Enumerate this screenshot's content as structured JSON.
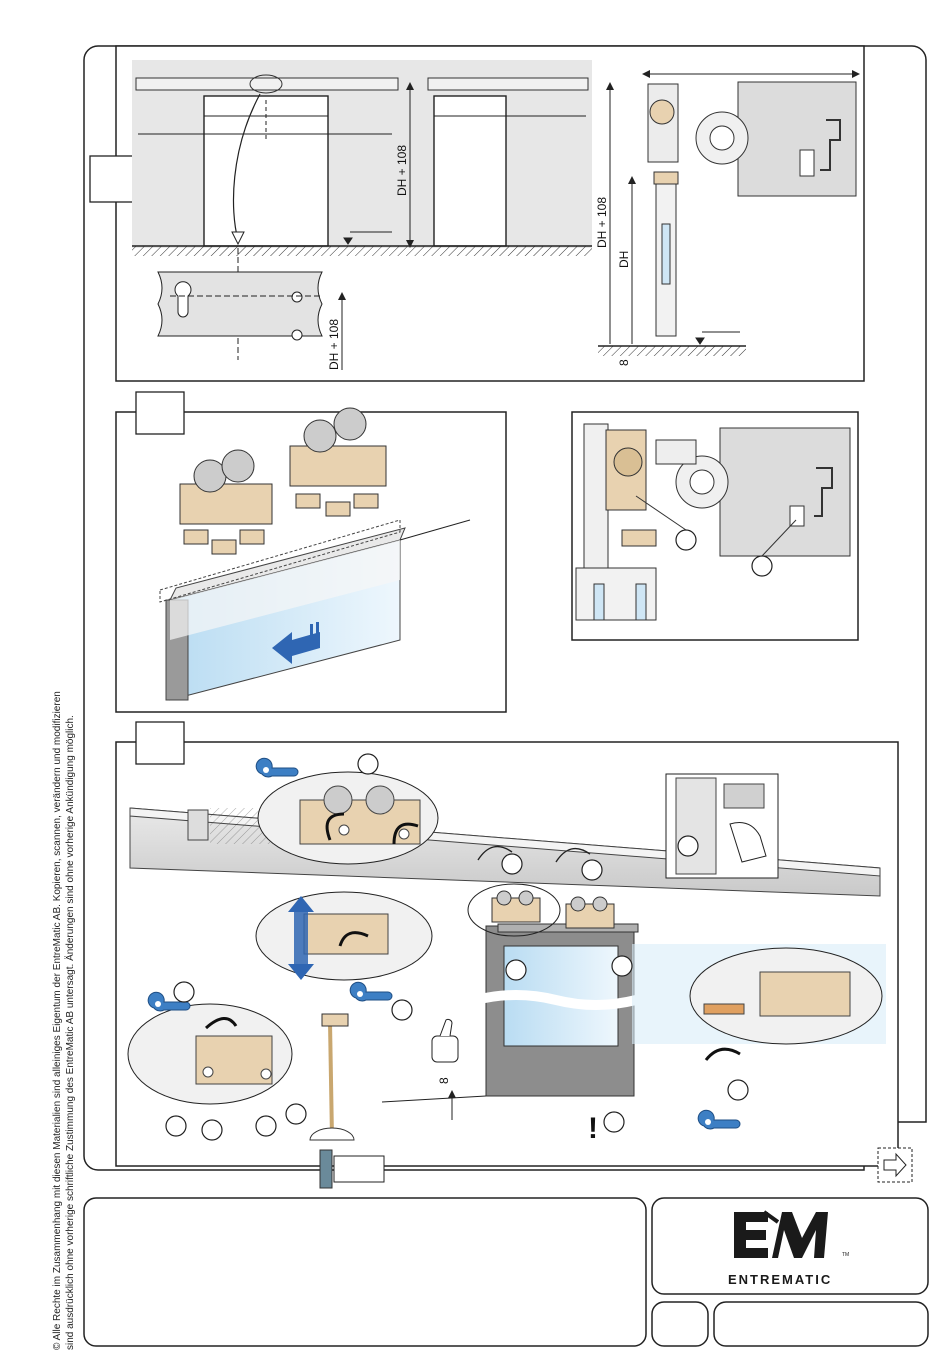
{
  "copyright": {
    "line1": "© Alle Rechte im Zusammenhang mit diesen Materialien sind alleiniges Eigentum der EntreMatic AB. Kopieren, scannen, verändern und modifizieren",
    "line2": "sind ausdrücklich ohne vorherige schriftliche Zustimmung des EntreMatic AB untersagt. Änderungen sind ohne vorherige Ankündigung möglich."
  },
  "dimensions": {
    "dh108_top": "DH + 108",
    "dh108_detail": "DH + 108",
    "dh108_side": "DH + 108",
    "dh_side": "DH",
    "gap_side": "8",
    "gap_bottom": "8"
  },
  "warning_mark": "!",
  "logo": {
    "mark": "E/M",
    "tm": "TM",
    "wordmark": "ENTREMATIC"
  },
  "colors": {
    "frame": "#222222",
    "panel_grey": "#e4e4e4",
    "bracket_tan": "#e8d2b0",
    "wrench_blue": "#3d7fc4",
    "arrow_blue": "#2f66b3",
    "glass_blue": "#cfe6f5"
  },
  "icons": [
    "wrench-icon",
    "rotate-arrow-icon",
    "thumbs-up-icon",
    "next-page-icon",
    "warning-icon",
    "arrow-down-icon"
  ]
}
